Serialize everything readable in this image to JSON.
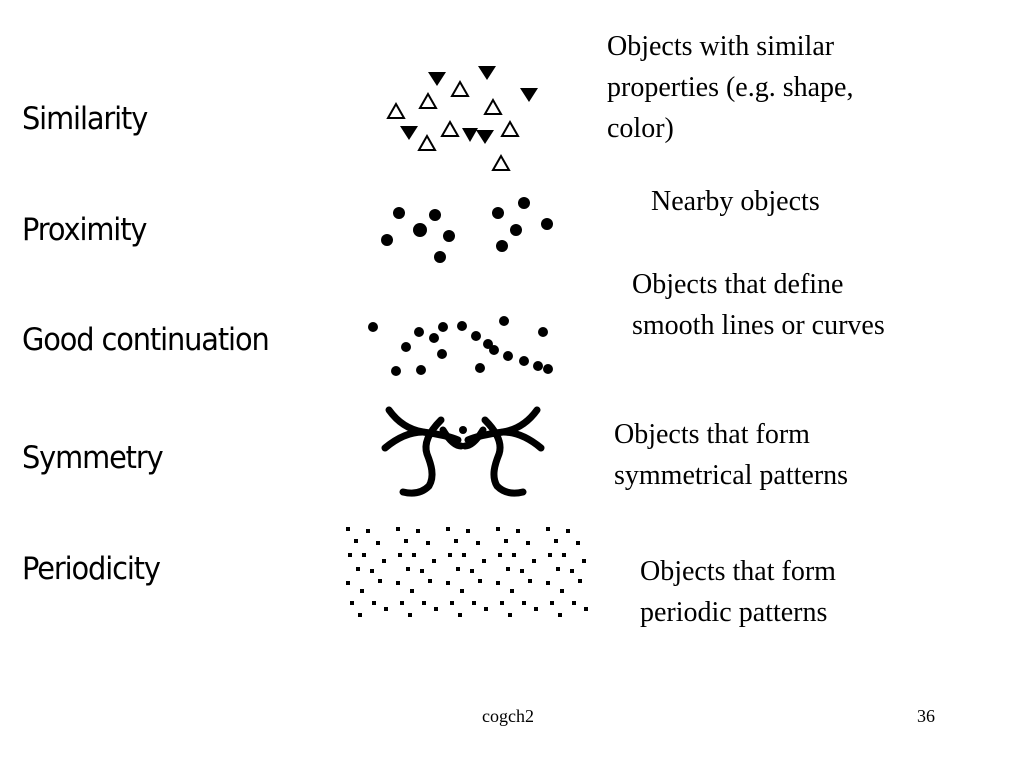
{
  "rows": [
    {
      "label": "Similarity",
      "description": [
        "Objects with similar",
        "properties (e.g. shape,",
        "color)"
      ]
    },
    {
      "label": "Proximity",
      "description": [
        "Nearby objects"
      ]
    },
    {
      "label": "Good continuation",
      "description": [
        "Objects that define",
        "smooth lines or curves"
      ]
    },
    {
      "label": "Symmetry",
      "description": [
        "Objects that form",
        "symmetrical patterns"
      ]
    },
    {
      "label": "Periodicity",
      "description": [
        "Objects that form",
        "periodic patterns"
      ]
    }
  ],
  "footer": {
    "center": "cogch2",
    "page": "36"
  },
  "colors": {
    "ink": "#000000",
    "background": "#ffffff"
  }
}
